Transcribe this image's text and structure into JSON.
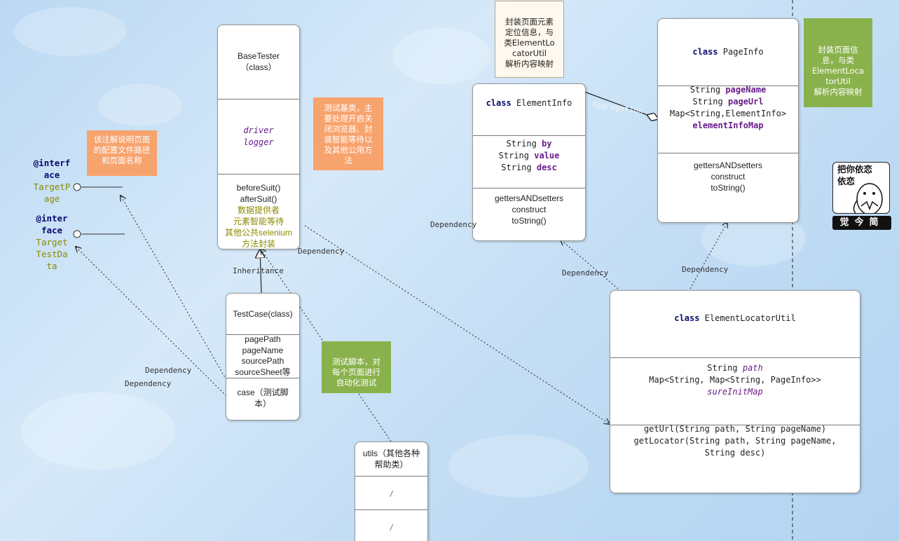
{
  "interfaces": [
    {
      "keyword": "@interface",
      "kw_lines": [
        "@interf",
        "ace"
      ],
      "name_lines": [
        "TargetP",
        "age"
      ]
    },
    {
      "keyword": "@interface",
      "kw_lines": [
        "@inter",
        "face"
      ],
      "name_lines": [
        "Target",
        "TestDa",
        "ta"
      ]
    }
  ],
  "base_tester": {
    "title": "BaseTester",
    "stereotype": "（class）",
    "fields": [
      "driver",
      "logger"
    ],
    "methods": [
      "beforeSuit()",
      "afterSuit()"
    ],
    "notes": [
      "数据提供者",
      "元素智能等待",
      "其他公共selenium",
      "方法封装"
    ]
  },
  "test_case": {
    "title": "TestCase(class)",
    "fields": [
      "pagePath",
      "pageName",
      "sourcePath",
      "sourceSheet等"
    ],
    "methods": [
      "case（测试脚",
      "本）"
    ]
  },
  "utils": {
    "title_lines": [
      "utils（其他各种",
      "帮助类）"
    ],
    "section1": "/",
    "section2": "/"
  },
  "element_info": {
    "keyword": "class",
    "name": "ElementInfo",
    "fields": [
      {
        "type": "String",
        "name": "by"
      },
      {
        "type": "String",
        "name": "value"
      },
      {
        "type": "String",
        "name": "desc"
      }
    ],
    "methods": [
      "gettersANDsetters",
      "construct",
      "toString()"
    ]
  },
  "page_info": {
    "keyword": "class",
    "name": "PageInfo",
    "fields": [
      {
        "type": "String",
        "name": "pageName"
      },
      {
        "type": "String",
        "name": "pageUrl"
      },
      {
        "type": "Map<String,ElementInfo>",
        "name": "elementInfoMap"
      }
    ],
    "methods": [
      "gettersANDsetters",
      "construct",
      "toString()"
    ]
  },
  "locator_util": {
    "keyword": "class",
    "name": "ElementLocatorUtil",
    "fields": [
      {
        "type": "String",
        "name": "path"
      },
      {
        "type": "Map<String, Map<String, PageInfo>>",
        "name": "sureInitMap"
      }
    ],
    "methods": [
      "getUrl(String path, String pageName)",
      "getLocator(String path, String pageName,",
      "String desc)"
    ]
  },
  "notes": {
    "interface_note": [
      "该注解说明页面",
      "的配置文件路径",
      "和页面名称"
    ],
    "base_note": [
      "测试基类，主",
      "要处理开启关",
      "闭浏览器、封",
      "装智能等待以",
      "及其他公用方",
      "法"
    ],
    "script_note": [
      "测试脚本，对",
      "每个页面进行",
      "自动化测试"
    ],
    "element_info_note": [
      "封装页面元素",
      "定位信息，与",
      "类ElementLo",
      "catorUtil",
      "解析内容映射"
    ],
    "page_info_note": [
      "封装页面信",
      "息，与类",
      "ElementLoca",
      "torUtil",
      "解析内容映射"
    ]
  },
  "relation_labels": {
    "inheritance": "Inheritance",
    "dependency_base": "Dependency",
    "dependency_a": "Dependency",
    "dependency_b": "Dependency",
    "dependency_left": "Dependency",
    "dependency_el": "Dependency",
    "dependency_pi": "Dependency",
    "aggregation": "Aggregation"
  },
  "watermark": {
    "line1": "把你依恋",
    "line2": "依恋",
    "brand": "觉今简"
  }
}
